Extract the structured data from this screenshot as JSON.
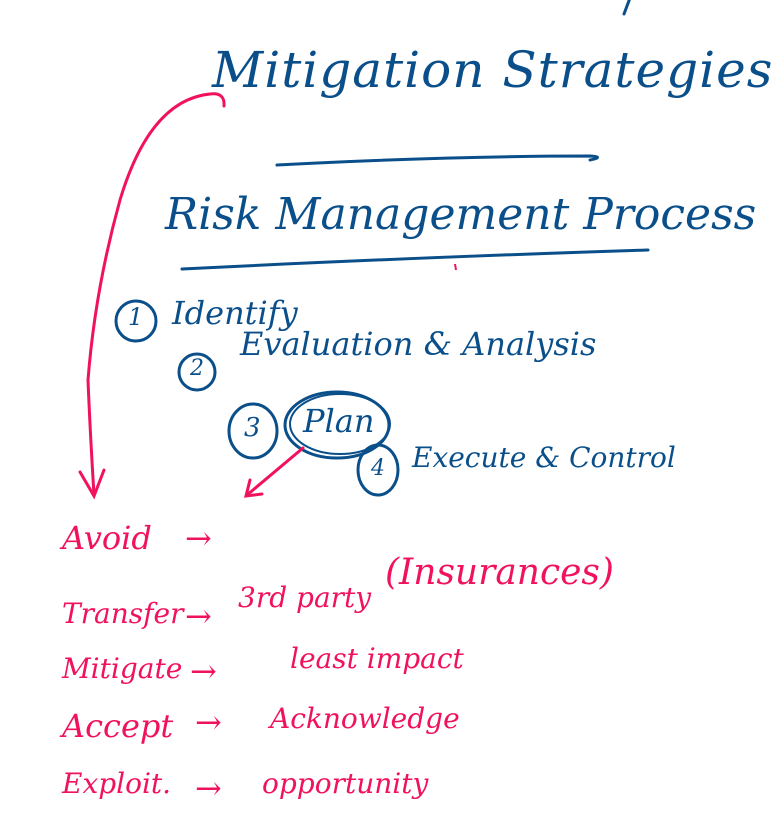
{
  "note": {
    "title": "Mitigation Strategies",
    "subtitle": "Risk Management Process",
    "steps": [
      {
        "number": "1",
        "label": "Identify"
      },
      {
        "number": "2",
        "label": "Evaluation & Analysis"
      },
      {
        "number": "3",
        "label": "Plan"
      },
      {
        "number": "4",
        "label": "Execute & Control"
      }
    ],
    "strategies": [
      {
        "name": "Avoid",
        "arrow": "→",
        "description": ""
      },
      {
        "name": "Transfer",
        "arrow": "→",
        "description": "3rd party"
      },
      {
        "name": "Mitigate",
        "arrow": "→",
        "description": "least impact"
      },
      {
        "name": "Accept",
        "arrow": "→",
        "description": "Acknowledge"
      },
      {
        "name": "Exploit.",
        "arrow": "→",
        "description": "opportunity"
      }
    ],
    "transfer_note": "(Insurances)",
    "colors": {
      "ink_blue": "#0a4f8a",
      "ink_pink": "#f0125e"
    }
  }
}
